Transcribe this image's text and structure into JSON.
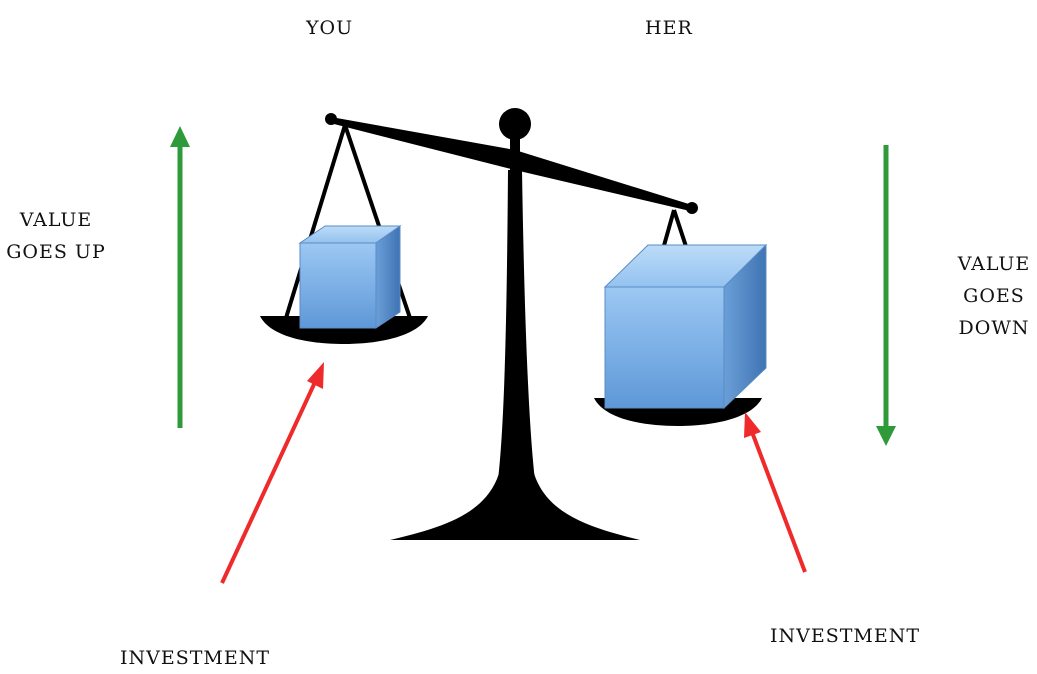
{
  "labels": {
    "you": "YOU",
    "her": "HER",
    "value_up_line1": "VALUE",
    "value_up_line2": "GOES UP",
    "value_down_line1": "VALUE",
    "value_down_line2": "GOES",
    "value_down_line3": "DOWN",
    "investment_left": "INVESTMENT",
    "investment_right": "INVESTMENT"
  },
  "colors": {
    "scale": "#000000",
    "box_front": "#7fb5ea",
    "box_top": "#a9d0f5",
    "box_side": "#4f85c2",
    "value_arrow": "#2e9a3a",
    "investment_arrow": "#ef2a2a"
  },
  "icons": {
    "scale": "balance-scale-icon",
    "up_arrow": "arrow-up-icon",
    "down_arrow": "arrow-down-icon",
    "investment_arrows": "arrow-diagonal-icon"
  }
}
